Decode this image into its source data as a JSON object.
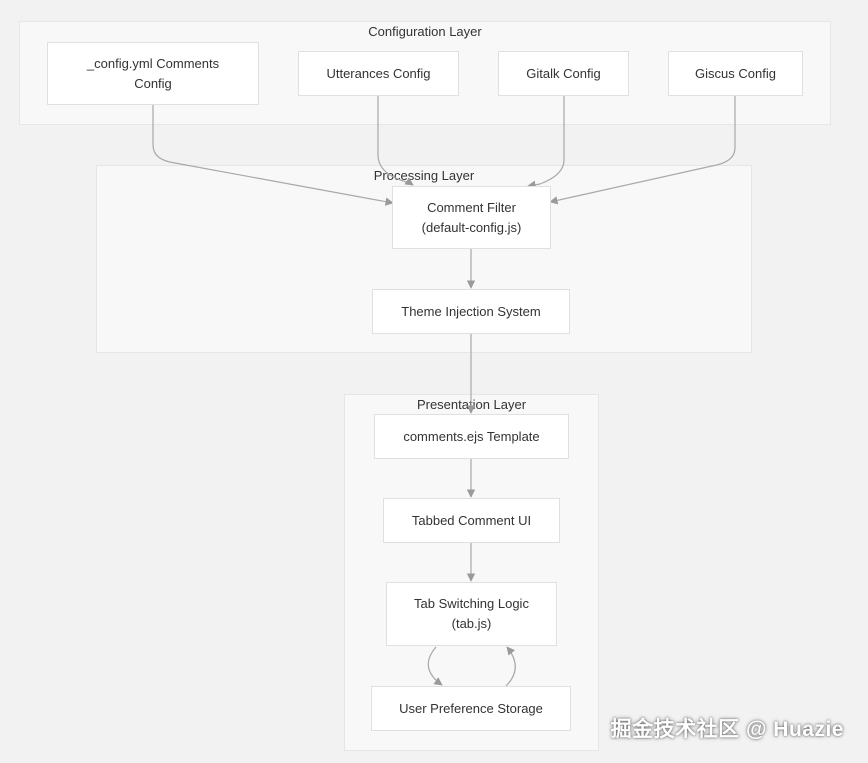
{
  "layers": {
    "configuration": "Configuration Layer",
    "processing": "Processing Layer",
    "presentation": "Presentation Layer"
  },
  "nodes": {
    "config_yml": "_config.yml Comments\nConfig",
    "utterances": "Utterances Config",
    "gitalk": "Gitalk Config",
    "giscus": "Giscus Config",
    "comment_filter": "Comment Filter\n(default-config.js)",
    "theme_injection": "Theme Injection System",
    "comments_template": "comments.ejs Template",
    "tabbed_ui": "Tabbed Comment UI",
    "tab_logic": "Tab Switching Logic\n(tab.js)",
    "user_pref": "User Preference Storage"
  },
  "watermark": "掘金技术社区 @ Huazie"
}
